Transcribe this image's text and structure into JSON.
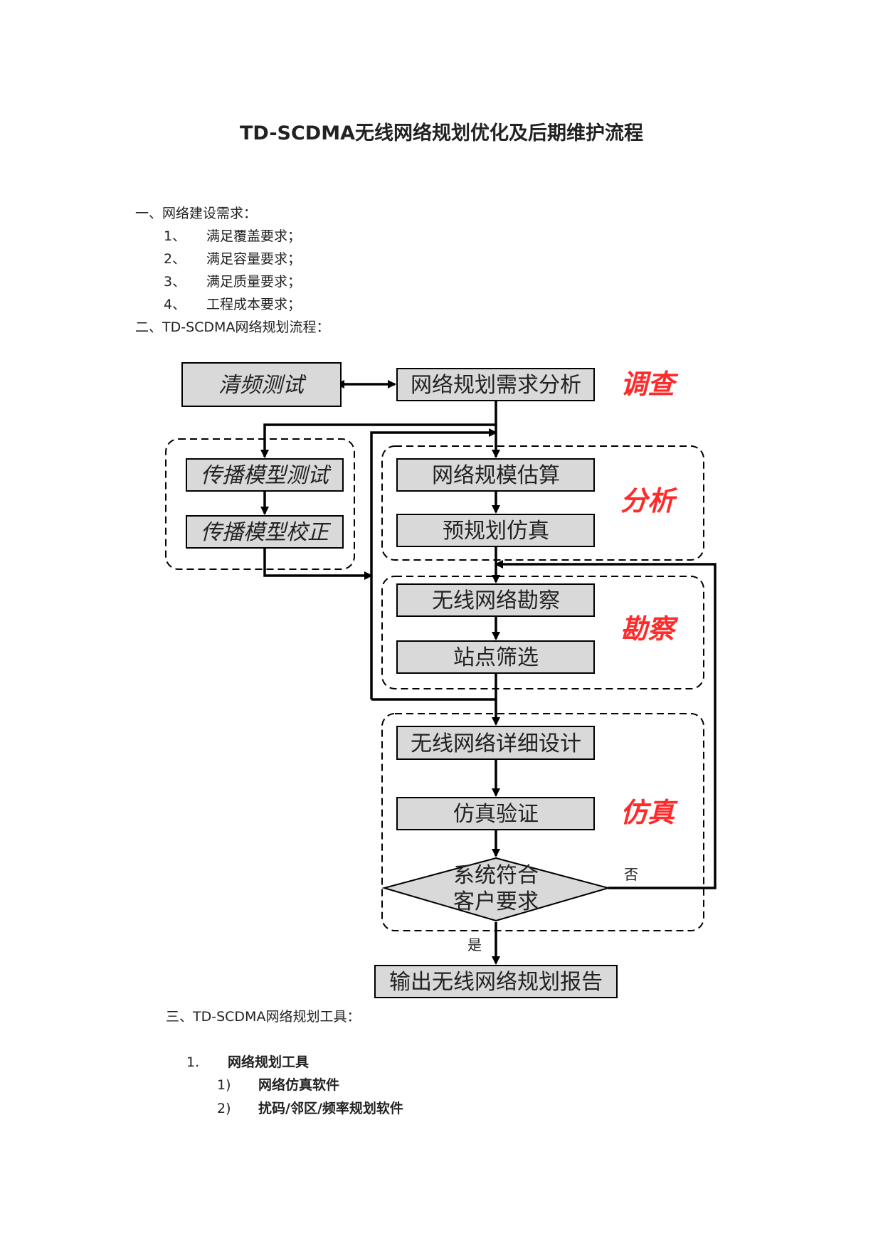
{
  "doc_title": "TD-SCDMA无线网络规划优化及后期维护流程",
  "section1": {
    "heading": "一、网络建设需求：",
    "items": [
      {
        "num": "1、",
        "text": "满足覆盖要求；"
      },
      {
        "num": "2、",
        "text": "满足容量要求；"
      },
      {
        "num": "3、",
        "text": "满足质量要求；"
      },
      {
        "num": "4、",
        "text": "工程成本要求；"
      }
    ]
  },
  "section2": {
    "heading": "二、TD-SCDMA网络规划流程："
  },
  "flowchart": {
    "boxes": {
      "clear_freq": "清频测试",
      "demand_analysis": "网络规划需求分析",
      "prop_test": "传播模型测试",
      "prop_calib": "传播模型校正",
      "scale_estimate": "网络规模估算",
      "pre_sim": "预规划仿真",
      "survey": "无线网络勘察",
      "site_select": "站点筛选",
      "detail_design": "无线网络详细设计",
      "sim_verify": "仿真验证",
      "decision_line1": "系统符合",
      "decision_line2": "客户要求",
      "output_report": "输出无线网络规划报告"
    },
    "phases": {
      "investigate": "调查",
      "analyze": "分析",
      "survey": "勘察",
      "simulate": "仿真"
    },
    "branch_no": "否",
    "branch_yes": "是",
    "colors": {
      "box_fill": "#d9d9d9",
      "phase_text": "#ff2a2a",
      "stroke": "#000000"
    }
  },
  "section3": {
    "heading": "三、TD-SCDMA网络规划工具：",
    "item1": {
      "num": "1.",
      "text": "网络规划工具"
    },
    "subitems": [
      {
        "num": "1)",
        "text": "网络仿真软件"
      },
      {
        "num": "2)",
        "text": "扰码/邻区/频率规划软件"
      }
    ]
  }
}
